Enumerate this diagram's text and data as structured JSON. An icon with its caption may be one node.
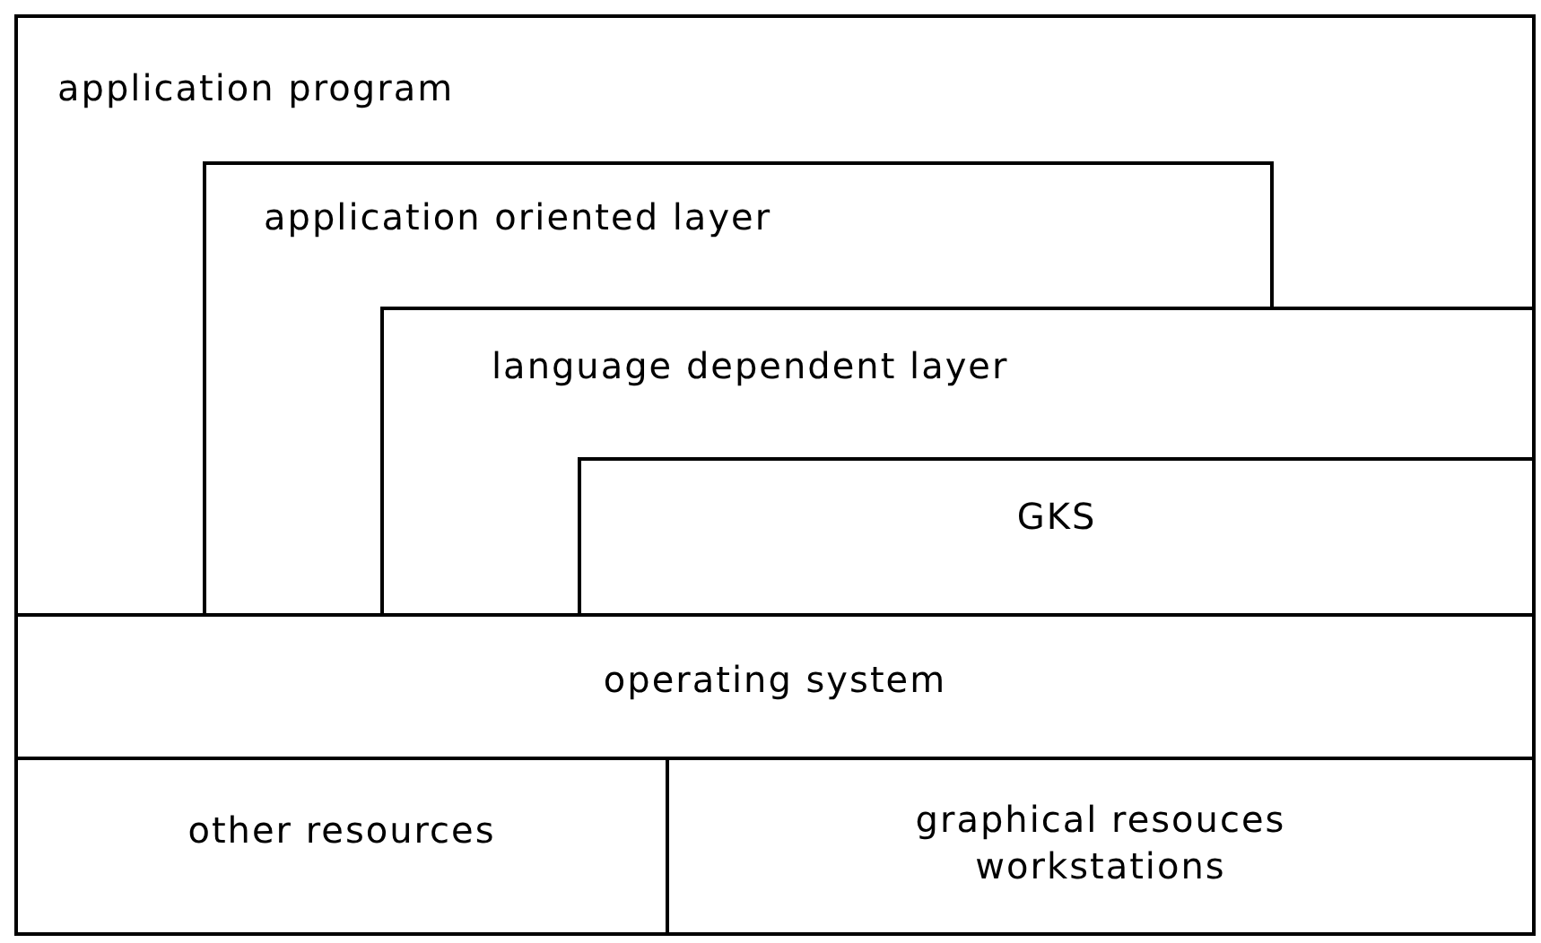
{
  "diagram": {
    "nodes": [
      {
        "text": [
          "application program"
        ]
      },
      {
        "text": [
          "application oriented layer"
        ],
        "in": 0
      },
      {
        "text": [
          "language dependent layer"
        ],
        "in": 1
      },
      {
        "text": [
          "GKS"
        ],
        "in": 2
      },
      {
        "text": [
          "operating system"
        ]
      },
      {
        "text": [
          "other resources"
        ]
      },
      {
        "text": [
          "graphical resouces workstations"
        ]
      }
    ]
  }
}
